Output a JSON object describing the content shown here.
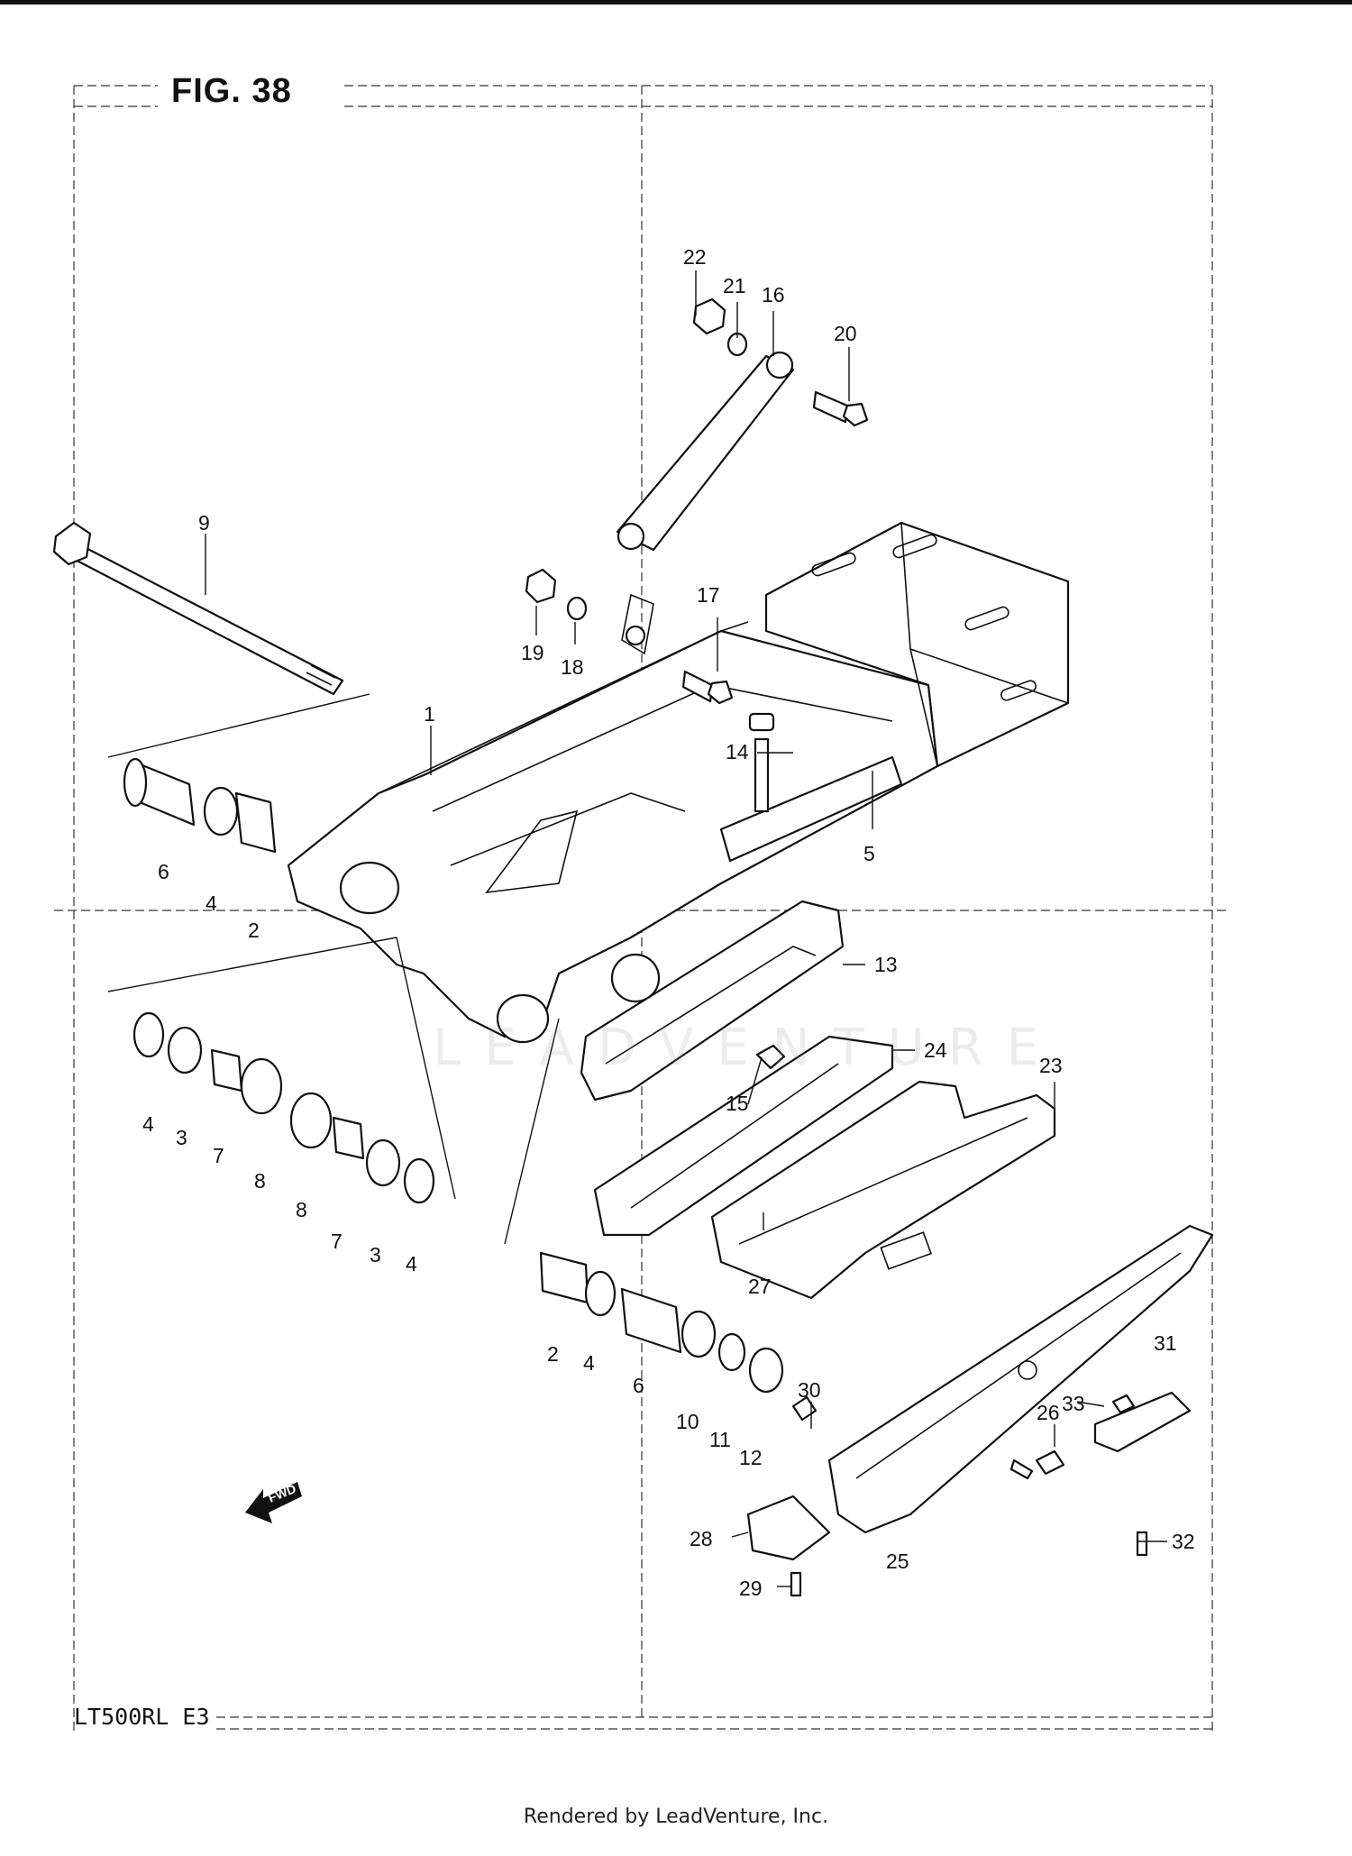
{
  "figure_title": "FIG. 38",
  "model_code": "LT500RL  E3",
  "footer_text": "Rendered by LeadVenture, Inc.",
  "watermark_text": "LEADVENTURE",
  "fwd_label": "FWD",
  "callouts": {
    "p1": "1",
    "p2a": "2",
    "p2b": "2",
    "p3a": "3",
    "p3b": "3",
    "p4a": "4",
    "p4b": "4",
    "p4c": "4",
    "p4d": "4",
    "p5": "5",
    "p6a": "6",
    "p6b": "6",
    "p7a": "7",
    "p7b": "7",
    "p8a": "8",
    "p8b": "8",
    "p9": "9",
    "p10": "10",
    "p11": "11",
    "p12": "12",
    "p13": "13",
    "p14": "14",
    "p15": "15",
    "p16": "16",
    "p17": "17",
    "p18": "18",
    "p19": "19",
    "p20": "20",
    "p21": "21",
    "p22": "22",
    "p23": "23",
    "p24": "24",
    "p25": "25",
    "p26": "26",
    "p27": "27",
    "p28": "28",
    "p29": "29",
    "p30": "30",
    "p31": "31",
    "p32": "32",
    "p33": "33"
  },
  "colors": {
    "ink": "#111111",
    "paper": "#ffffff"
  }
}
